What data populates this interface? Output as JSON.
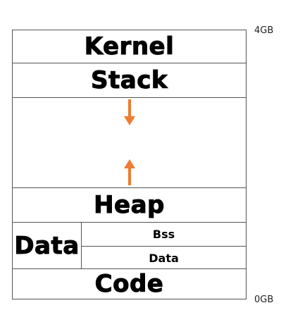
{
  "segments": {
    "kernel": "Kernel",
    "stack": "Stack",
    "heap": "Heap",
    "data_group": "Data",
    "bss": "Bss",
    "data": "Data",
    "code": "Code"
  },
  "addresses": {
    "top": "4GB",
    "bottom": "0GB"
  },
  "colors": {
    "arrow": "#ED7D31",
    "border": "#555555"
  },
  "icons": {
    "down": "arrow-down-icon",
    "up": "arrow-up-icon"
  }
}
